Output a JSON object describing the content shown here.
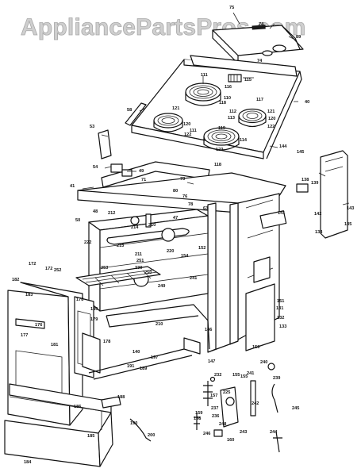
{
  "watermark": "AppliancePartsPros.com",
  "callouts": [
    {
      "id": "c75",
      "text": "75"
    },
    {
      "id": "c74a",
      "text": "74"
    },
    {
      "id": "c89",
      "text": "89"
    },
    {
      "id": "c74b",
      "text": "74"
    },
    {
      "id": "c40",
      "text": "40"
    },
    {
      "id": "c116",
      "text": "116"
    },
    {
      "id": "c115",
      "text": "115"
    },
    {
      "id": "c111a",
      "text": "111"
    },
    {
      "id": "c110",
      "text": "110"
    },
    {
      "id": "c118a",
      "text": "118"
    },
    {
      "id": "c121a",
      "text": "121"
    },
    {
      "id": "c120a",
      "text": "120"
    },
    {
      "id": "c122a",
      "text": "122"
    },
    {
      "id": "c117",
      "text": "117"
    },
    {
      "id": "c112",
      "text": "112"
    },
    {
      "id": "c113",
      "text": "113"
    },
    {
      "id": "c121b",
      "text": "121"
    },
    {
      "id": "c120b",
      "text": "120"
    },
    {
      "id": "c122b",
      "text": "122"
    },
    {
      "id": "c111b",
      "text": "111"
    },
    {
      "id": "c119",
      "text": "119"
    },
    {
      "id": "c114",
      "text": "114"
    },
    {
      "id": "c123",
      "text": "123"
    },
    {
      "id": "c118b",
      "text": "118"
    },
    {
      "id": "c144",
      "text": "144"
    },
    {
      "id": "c145",
      "text": "145"
    },
    {
      "id": "c58",
      "text": "58"
    },
    {
      "id": "c53",
      "text": "53"
    },
    {
      "id": "c54",
      "text": "54"
    },
    {
      "id": "c49",
      "text": "49"
    },
    {
      "id": "c71",
      "text": "71"
    },
    {
      "id": "c41",
      "text": "41"
    },
    {
      "id": "c73",
      "text": "73"
    },
    {
      "id": "c80",
      "text": "80"
    },
    {
      "id": "c76",
      "text": "76"
    },
    {
      "id": "c78",
      "text": "78"
    },
    {
      "id": "c63",
      "text": "63"
    },
    {
      "id": "c48",
      "text": "48"
    },
    {
      "id": "c50",
      "text": "50"
    },
    {
      "id": "c212",
      "text": "212"
    },
    {
      "id": "c47",
      "text": "47"
    },
    {
      "id": "c214",
      "text": "214"
    },
    {
      "id": "c210a",
      "text": "210"
    },
    {
      "id": "c222",
      "text": "222"
    },
    {
      "id": "c213",
      "text": "213"
    },
    {
      "id": "c211",
      "text": "211"
    },
    {
      "id": "c220",
      "text": "220"
    },
    {
      "id": "c154",
      "text": "154"
    },
    {
      "id": "c152",
      "text": "152"
    },
    {
      "id": "c230",
      "text": "230"
    },
    {
      "id": "c251",
      "text": "251"
    },
    {
      "id": "c250",
      "text": "250"
    },
    {
      "id": "c252",
      "text": "252"
    },
    {
      "id": "c253",
      "text": "253"
    },
    {
      "id": "c249",
      "text": "249"
    },
    {
      "id": "c241",
      "text": "241"
    },
    {
      "id": "c172a",
      "text": "172"
    },
    {
      "id": "c172b",
      "text": "172"
    },
    {
      "id": "c182",
      "text": "182"
    },
    {
      "id": "c183",
      "text": "183"
    },
    {
      "id": "c178a",
      "text": "178"
    },
    {
      "id": "c180",
      "text": "180"
    },
    {
      "id": "c179",
      "text": "179"
    },
    {
      "id": "c176",
      "text": "176"
    },
    {
      "id": "c181",
      "text": "181"
    },
    {
      "id": "c177",
      "text": "177"
    },
    {
      "id": "c178b",
      "text": "178"
    },
    {
      "id": "c140",
      "text": "140"
    },
    {
      "id": "c210b",
      "text": "210"
    },
    {
      "id": "c146",
      "text": "146"
    },
    {
      "id": "c147",
      "text": "147"
    },
    {
      "id": "c150",
      "text": "150"
    },
    {
      "id": "c141",
      "text": "141"
    },
    {
      "id": "c155a",
      "text": "155"
    },
    {
      "id": "c151",
      "text": "151"
    },
    {
      "id": "c131",
      "text": "131"
    },
    {
      "id": "c132",
      "text": "132"
    },
    {
      "id": "c133",
      "text": "133"
    },
    {
      "id": "c138",
      "text": "138"
    },
    {
      "id": "c139",
      "text": "139"
    },
    {
      "id": "c142",
      "text": "142"
    },
    {
      "id": "c143",
      "text": "143"
    },
    {
      "id": "c134",
      "text": "134"
    },
    {
      "id": "c135",
      "text": "135"
    },
    {
      "id": "c191",
      "text": "191"
    },
    {
      "id": "c189",
      "text": "189"
    },
    {
      "id": "c197",
      "text": "197"
    },
    {
      "id": "c155b",
      "text": "155"
    },
    {
      "id": "c186",
      "text": "186"
    },
    {
      "id": "c188",
      "text": "188"
    },
    {
      "id": "c190",
      "text": "190"
    },
    {
      "id": "c185",
      "text": "185"
    },
    {
      "id": "c184",
      "text": "184"
    },
    {
      "id": "c200",
      "text": "200"
    },
    {
      "id": "c240",
      "text": "240"
    },
    {
      "id": "c241b",
      "text": "241"
    },
    {
      "id": "c232",
      "text": "232"
    },
    {
      "id": "c239",
      "text": "239"
    },
    {
      "id": "c157",
      "text": "157"
    },
    {
      "id": "c225",
      "text": "225"
    },
    {
      "id": "c237",
      "text": "237"
    },
    {
      "id": "c242",
      "text": "242"
    },
    {
      "id": "c245",
      "text": "245"
    },
    {
      "id": "c158",
      "text": "158"
    },
    {
      "id": "c236",
      "text": "236"
    },
    {
      "id": "c248",
      "text": "248"
    },
    {
      "id": "c246",
      "text": "246"
    },
    {
      "id": "c243",
      "text": "243"
    },
    {
      "id": "c244",
      "text": "244"
    },
    {
      "id": "c160",
      "text": "160"
    },
    {
      "id": "c159",
      "text": "159"
    }
  ]
}
